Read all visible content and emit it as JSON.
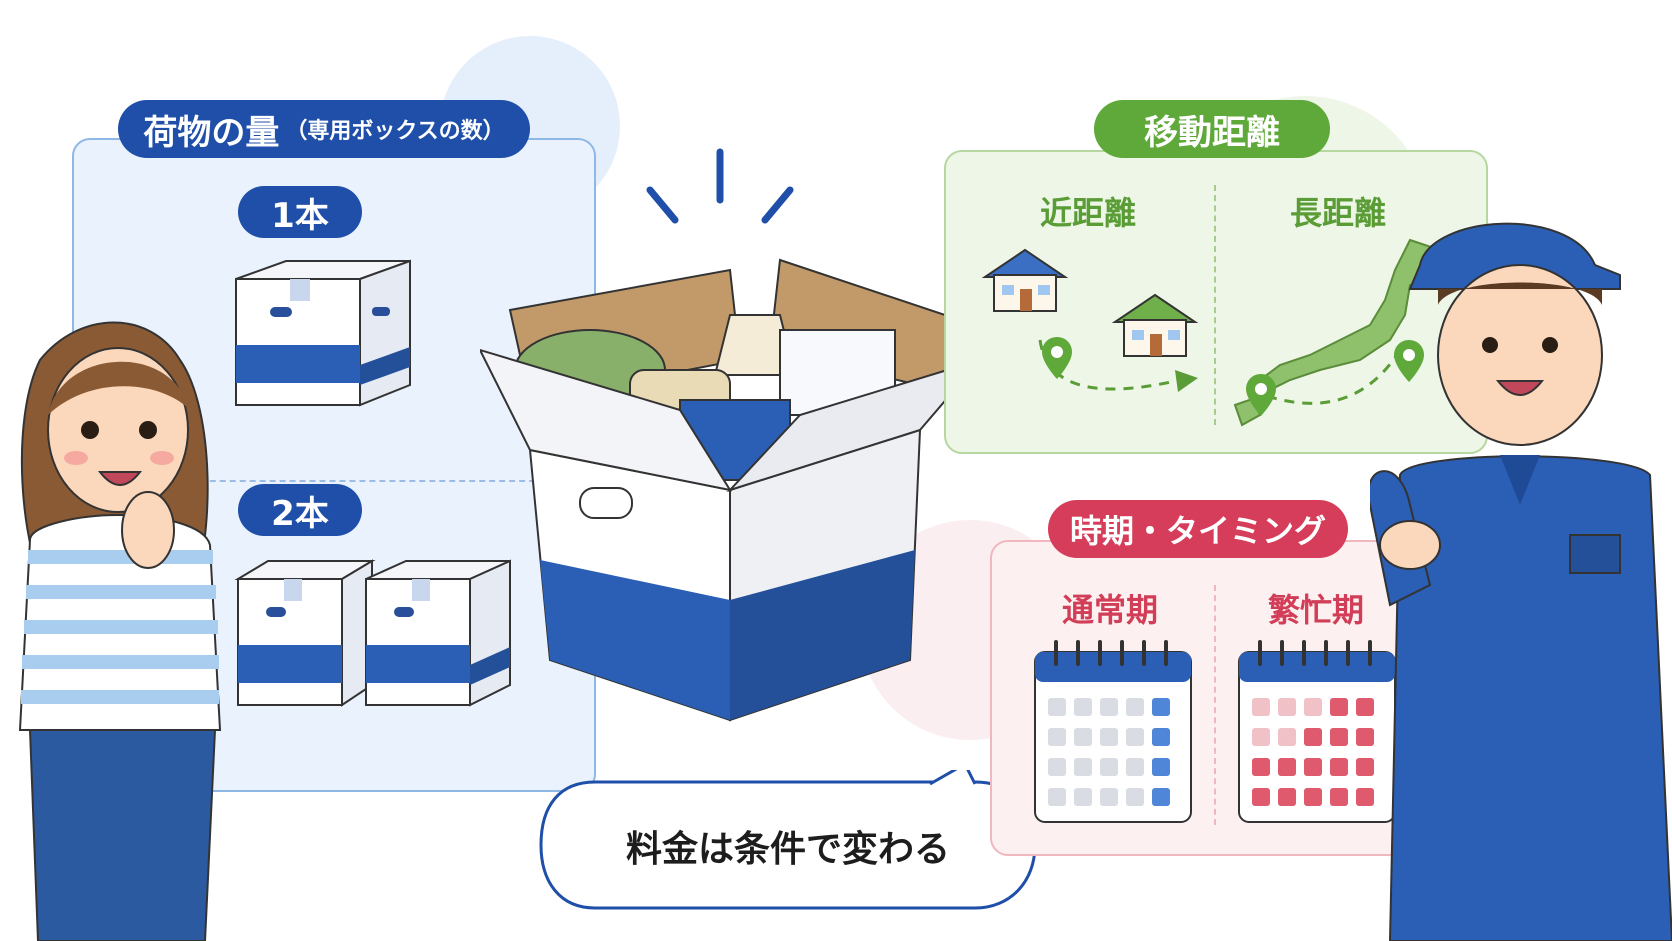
{
  "volume": {
    "title": "荷物の量",
    "subtitle": "（専用ボックスの数）",
    "option1": "1本",
    "option2": "2本"
  },
  "distance": {
    "title": "移動距離",
    "near": "近距離",
    "far": "長距離"
  },
  "timing": {
    "title": "時期・タイミング",
    "normal": "通常期",
    "busy": "繁忙期"
  },
  "bubble": {
    "text": "料金は条件で変わる"
  },
  "colors": {
    "blue": "#1f4fa8",
    "green": "#5fa83a",
    "red": "#d63d5a",
    "box_blue": "#2a5fb5"
  },
  "icons": [
    "box-icon",
    "house-icon",
    "map-pin-icon",
    "japan-map-icon",
    "calendar-icon"
  ]
}
